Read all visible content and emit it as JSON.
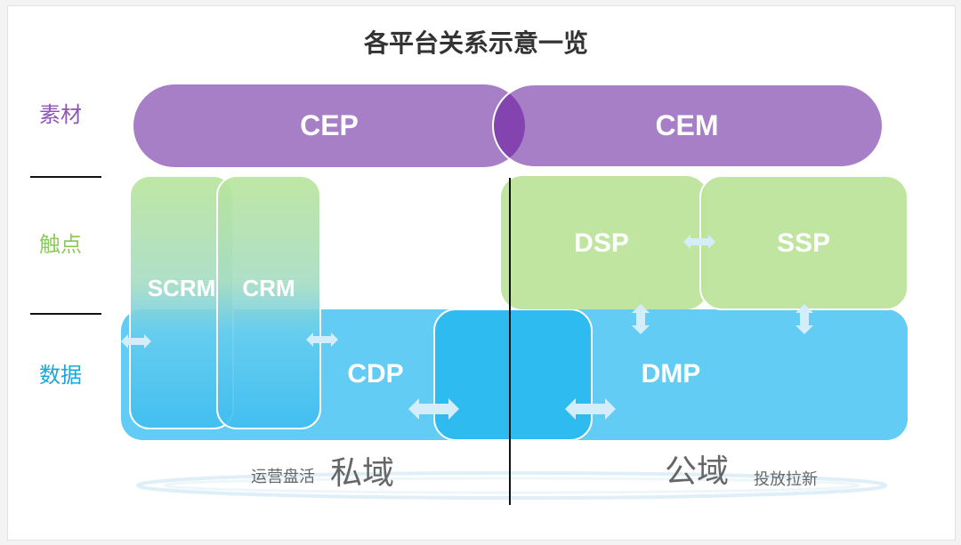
{
  "title": "各平台关系示意一览",
  "rows": {
    "material": "素材",
    "touchpoint": "触点",
    "data": "数据"
  },
  "blocks": {
    "cep": "CEP",
    "cem": "CEM",
    "scrm": "SCRM",
    "crm": "CRM",
    "dsp": "DSP",
    "ssp": "SSP",
    "cdp": "CDP",
    "dmp": "DMP"
  },
  "domains": {
    "private_caption": "运营盘活",
    "private_label": "私域",
    "public_label": "公域",
    "public_caption": "投放拉新"
  },
  "colors": {
    "title": "#333333",
    "material": "#8e55b5",
    "touchpoint": "#8dcc5a",
    "data": "#1aa6df",
    "purple_block": "#a77fc6",
    "green_block": "#bce49b",
    "blue_block": "#62ccf5",
    "overlap_blue": "#2ebcf0",
    "domain_text": "#666666"
  }
}
